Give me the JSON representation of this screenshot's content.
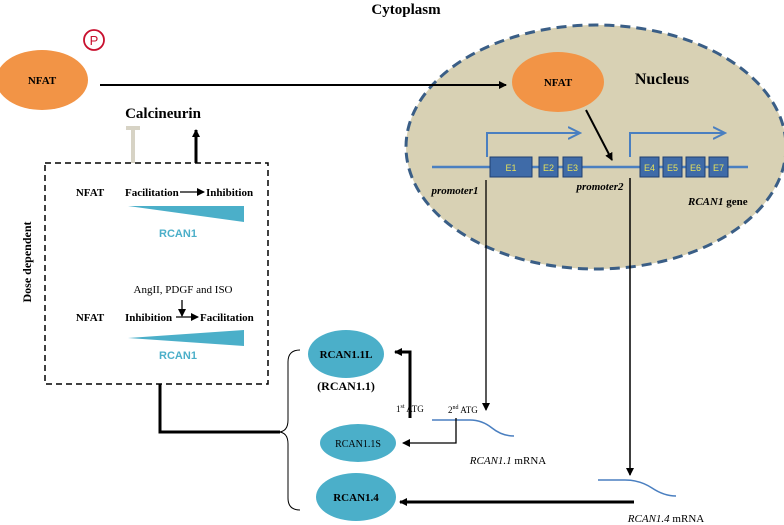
{
  "title": "Cytoplasm",
  "nucleus_label": "Nucleus",
  "nfat_cyto": "NFAT",
  "phospho": "P",
  "nfat_nucleus": "NFAT",
  "calcineurin": "Calcineurin",
  "dose_dependent": "Dose dependent",
  "box_top": {
    "nfat": "NFAT",
    "facilitation": "Facilitation",
    "inhibition": "Inhibition",
    "rcan1": "RCAN1"
  },
  "box_bottom": {
    "stimuli": "AngII, PDGF and ISO",
    "nfat": "NFAT",
    "inhibition": "Inhibition",
    "facilitation": "Facilitation",
    "rcan1": "RCAN1"
  },
  "gene": {
    "exons_left": [
      "E1",
      "E2",
      "E3"
    ],
    "exons_right": [
      "E4",
      "E5",
      "E6",
      "E7"
    ],
    "promoter1": "promoter1",
    "promoter2": "promoter2",
    "gene_name": "RCAN1",
    "gene_suffix": " gene"
  },
  "proteins": {
    "rcan11l": "RCAN1.1L",
    "rcan11l_alias": "(RCAN1.1)",
    "rcan11s": "RCAN1.1S",
    "rcan14": "RCAN1.4"
  },
  "atg": {
    "first": "1",
    "first_sup": "st",
    "first_suffix": " ATG",
    "second": "2",
    "second_sup": "nd",
    "second_suffix": " ATG"
  },
  "mrna": {
    "rcan11_name": "RCAN1.1",
    "rcan14_name": "RCAN1.4",
    "suffix": " mRNA"
  },
  "colors": {
    "orange": "#f29446",
    "teal": "#4bafc9",
    "nucleus_fill": "#d8d1b4",
    "nucleus_border": "#3a5e86",
    "exon": "#3f6ba8",
    "exon_text": "#e6e25a",
    "gene_line": "#4a7fc0",
    "phospho_red": "#c8102e"
  }
}
